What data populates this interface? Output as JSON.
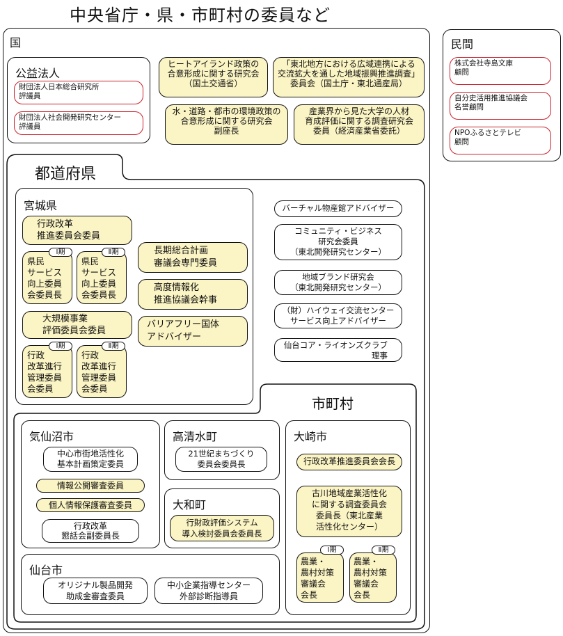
{
  "title": "中央省庁・県・市町村の委員など",
  "kuni": {
    "label": "国",
    "koeki": {
      "label": "公益法人",
      "items": [
        "財団法人日本総合研究所\n評議員",
        "財団法人社会開発研究センター\n評議員"
      ]
    },
    "items": [
      "ヒートアイランド政策の\n合意形成に関する研究会\n（国土交通省）",
      "「東北地方における広域連携による\n交流拡大を通した地域振興推進調査」\n委員会（国土庁・東北通産局）",
      "水・道路・都市の環境政策の\n合意形成に関する研究会\n副座長",
      "産業界から見た大学の人材\n育成評価に関する調査研究会\n委員（経済産業省委託）"
    ]
  },
  "minkan": {
    "label": "民間",
    "items": [
      "株式会社寺島文庫\n顧問",
      "自分史活用推進協議会\n名誉顧問",
      "NPOふるさとテレビ\n顧問"
    ]
  },
  "todofuken": {
    "label": "都道府県",
    "miyagi": {
      "label": "宮城県",
      "gyosei": "行政改革\n推進委員会委員",
      "period1": "Ⅰ期",
      "period2": "Ⅱ期",
      "kenmin1": "県民\nサービス\n向上委員\n会委員長",
      "kenmin2": "県民\nサービス\n向上委員\n会委員長",
      "choki": "長期総合計画\n審議会専門委員",
      "kodo": "高度情報化\n推進協議会幹事",
      "barrier": "バリアフリー国体\nアドバイザー",
      "daikibo": "大規模事業\n評価委員会委員",
      "kanri1": "行政\n改革進行\n管理委員\n会委員",
      "kanri2": "行政\n改革進行\n管理委員\n会委員"
    },
    "others": [
      "バーチャル物産館アドバイザー",
      "コミュニティ・ビジネス\n研究会委員\n（東北開発研究センター）",
      "地域ブランド研究会\n（東北開発研究センター）",
      "（財）ハイウェイ交流センター\nサービス向上アドバイザー",
      "仙台コア・ライオンズクラブ\n理事"
    ]
  },
  "shichoson": {
    "label": "市町村",
    "kesennuma": {
      "label": "気仙沼市",
      "items": [
        "中心市街地活性化\n基本計画策定委員",
        "情報公開審査委員",
        "個人情報保護審査委員",
        "行政改革\n懇話会副委員長"
      ]
    },
    "takashimizu": {
      "label": "高清水町",
      "items": [
        "21世紀まちづくり\n委員会委員長"
      ]
    },
    "taiwa": {
      "label": "大和町",
      "items": [
        "行財政評価システム\n導入検討委員会委員長"
      ]
    },
    "osaki": {
      "label": "大崎市",
      "items": [
        "行政改革推進委員会会長",
        "古川地域産業活性化\nに関する調査委員会\n委員長（東北産業\n活性化センター）"
      ],
      "period1": "Ⅰ期",
      "period2": "Ⅱ期",
      "noson1": "農業・\n農村対策\n審議会\n会長",
      "noson2": "農業・\n農村対策\n審議会\n会長"
    },
    "sendai": {
      "label": "仙台市",
      "items": [
        "オリジナル製品開発\n助成金審査委員",
        "中小企業指導センター\n外部診断指導員"
      ]
    }
  }
}
